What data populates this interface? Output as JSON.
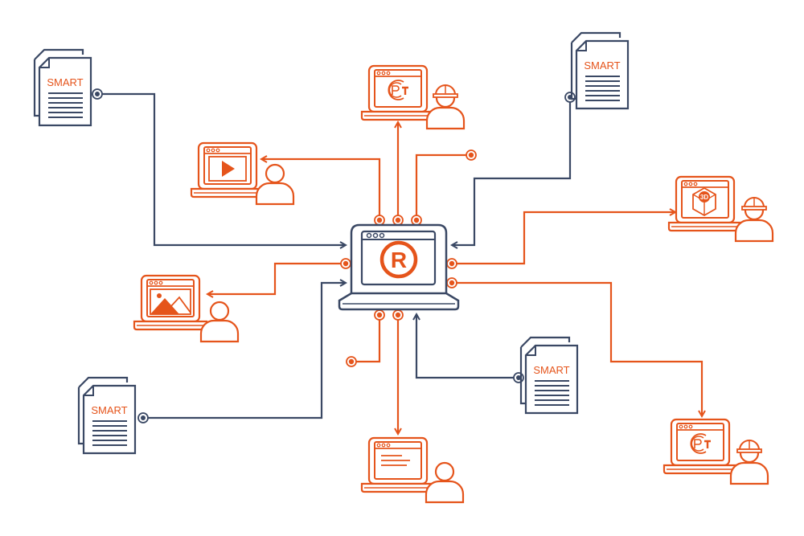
{
  "colors": {
    "orange": "#e5541b",
    "navy": "#3a4864"
  },
  "documents": [
    {
      "label": "SMART"
    },
    {
      "label": "SMART"
    },
    {
      "label": "SMART"
    },
    {
      "label": "SMART"
    }
  ],
  "center": {
    "logo_letter": "R"
  },
  "model_label": "3D",
  "certificate_mark": "PC"
}
